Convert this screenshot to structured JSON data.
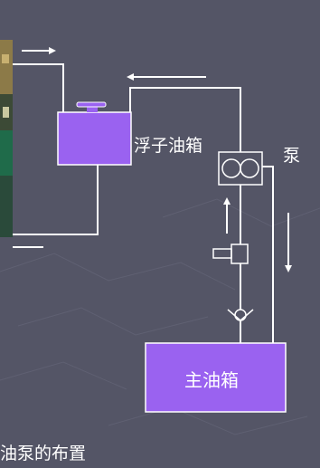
{
  "labels": {
    "float_tank": "浮子油箱",
    "pump": "泵",
    "main_tank": "主油箱",
    "caption": "油泵的布置"
  },
  "icons": {
    "pump": "pump-symbol-icon",
    "valve": "valve-icon",
    "check_valve": "check-valve-icon",
    "float_cap": "float-cap-icon"
  },
  "colors": {
    "background": "#545566",
    "tank_fill": "#9a62f0",
    "line": "#ffffff"
  }
}
